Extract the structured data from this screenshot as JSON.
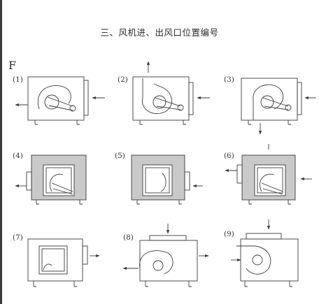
{
  "title": "三、风机进、出风口位置编号",
  "handwritten_mark": "F",
  "diagrams": [
    {
      "label": "(1)"
    },
    {
      "label": "(2)"
    },
    {
      "label": "(3)"
    },
    {
      "label": "(4)"
    },
    {
      "label": "(5)"
    },
    {
      "label": "(6)"
    },
    {
      "label": "(7)"
    },
    {
      "label": "(8)"
    },
    {
      "label": "(9)"
    }
  ],
  "colors": {
    "line": "#3a3a3a",
    "shade": "#c9c9c9",
    "page": "#ffffff"
  }
}
